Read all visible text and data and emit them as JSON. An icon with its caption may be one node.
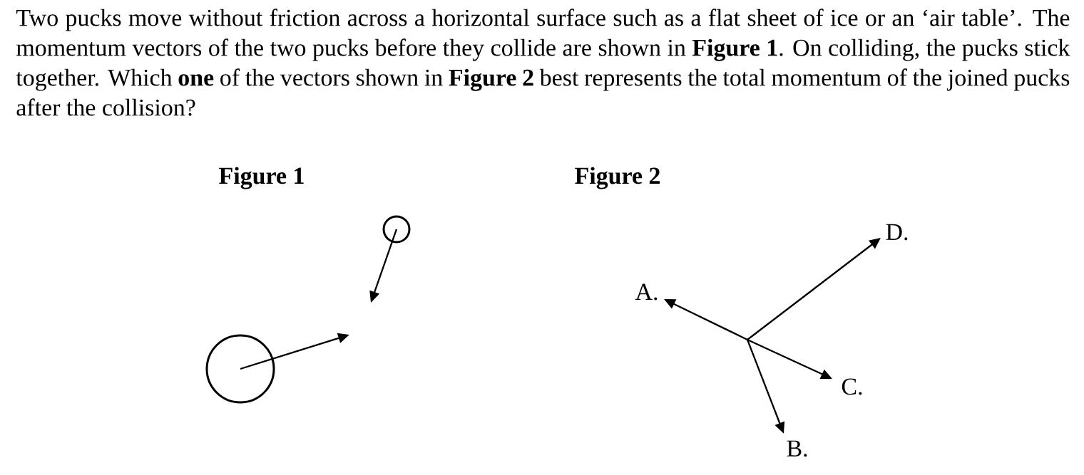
{
  "diagram": {
    "nodes": [
      {
        "text": [],
        "shape": "circle"
      },
      {
        "text": [],
        "shape": "circle"
      }
    ],
    "labels": [
      "Two pucks move without friction across a horizontal surface such as a flat sheet of ice or an ‘air table’. The momentum vectors of the two pucks before they collide are shown in **Figure 1**.  On colliding, the pucks stick together.  Which **one** of the vectors shown in **Figure 2** best represents the total momentum of the joined pucks after the collision?",
      "Figure 1",
      "Figure 2",
      "D.",
      "A.",
      "C.",
      "B."
    ]
  }
}
